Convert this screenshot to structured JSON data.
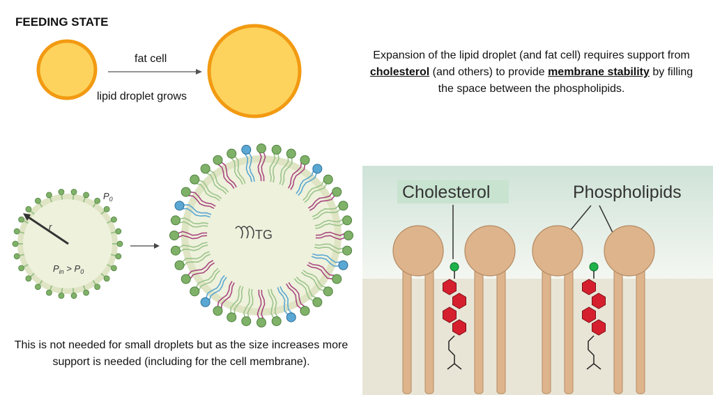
{
  "header": {
    "title": "FEEDING STATE"
  },
  "growth": {
    "label_top": "fat cell",
    "label_bottom": "lipid droplet grows"
  },
  "explanation": {
    "part1": "Expansion of the lipid droplet (and fat cell) requires support from ",
    "bold1": "cholesterol",
    "part2": " (and others) to provide ",
    "bold2": "membrane stability",
    "part3": " by filling the space between the phospholipids."
  },
  "small_droplet": {
    "label_p0": "P",
    "label_p0_sub": "0",
    "label_r": "r",
    "label_pin": "P",
    "label_pin_sub": "in",
    "label_gt": " > P",
    "label_gt_sub": "0"
  },
  "large_droplet": {
    "label_tg": "TG"
  },
  "membrane": {
    "label_cholesterol": "Cholesterol",
    "label_phospholipids": "Phospholipids"
  },
  "footer": {
    "note": "This is not needed for small droplets but as the size increases more support is needed (including for the cell membrane)."
  },
  "colors": {
    "droplet_fill": "#fdd35d",
    "droplet_stroke": "#f29a12",
    "cholesterol_red": "#d61f2e",
    "head_tan": "#deb48c",
    "green_bead": "#7fb268",
    "blue_bead": "#5aa7d3"
  }
}
